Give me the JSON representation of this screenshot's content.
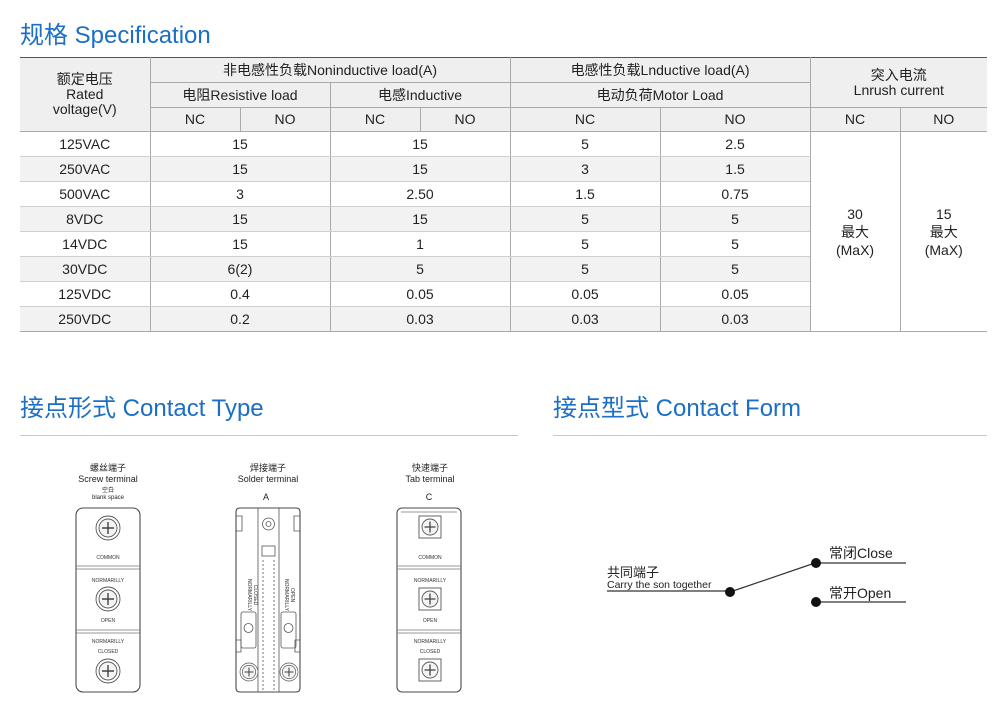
{
  "colors": {
    "accent": "#1b6fc4",
    "header_background": "#efefef",
    "alternate_row_background": "#f2f2f2"
  },
  "specification": {
    "title": "规格 Specification",
    "header": {
      "rated_voltage": [
        "额定电压",
        "Rated",
        "voltage(V)"
      ],
      "noninductive_load": "非电感性负载Noninductive load(A)",
      "inductive_load": "电感性负载Lnductive load(A)",
      "inrush_current": [
        "突入电流",
        "Lnrush current"
      ],
      "resistive_load": "电阻Resistive load",
      "inductive": "电感Inductive",
      "motor_load": "电动负荷Motor Load",
      "contact_columns": [
        "NC",
        "NO",
        "NC",
        "NO",
        "NC",
        "NO",
        "NC",
        "NO"
      ]
    },
    "rows": [
      {
        "voltage": "125VAC",
        "resistive_load": "15",
        "inductive": "15",
        "motor_load_nc": "5",
        "motor_load_no": "2.5"
      },
      {
        "voltage": "250VAC",
        "resistive_load": "15",
        "inductive": "15",
        "motor_load_nc": "3",
        "motor_load_no": "1.5"
      },
      {
        "voltage": "500VAC",
        "resistive_load": "3",
        "inductive": "2.50",
        "motor_load_nc": "1.5",
        "motor_load_no": "0.75"
      },
      {
        "voltage": "8VDC",
        "resistive_load": "15",
        "inductive": "15",
        "motor_load_nc": "5",
        "motor_load_no": "5"
      },
      {
        "voltage": "14VDC",
        "resistive_load": "15",
        "inductive": "1",
        "motor_load_nc": "5",
        "motor_load_no": "5"
      },
      {
        "voltage": "30VDC",
        "resistive_load": "6(2)",
        "inductive": "5",
        "motor_load_nc": "5",
        "motor_load_no": "5"
      },
      {
        "voltage": "125VDC",
        "resistive_load": "0.4",
        "inductive": "0.05",
        "motor_load_nc": "0.05",
        "motor_load_no": "0.05"
      },
      {
        "voltage": "250VDC",
        "resistive_load": "0.2",
        "inductive": "0.03",
        "motor_load_nc": "0.03",
        "motor_load_no": "0.03"
      }
    ],
    "inrush_current": {
      "nc": [
        "30",
        "最大",
        "(MaX)"
      ],
      "no": [
        "15",
        "最大",
        "(MaX)"
      ]
    }
  },
  "contact_type": {
    "title": "接点形式 Contact Type",
    "screw_terminal": {
      "name_cn": "螺丝端子",
      "name_en": "Screw terminal",
      "note_cn": "空白",
      "note_en": "blank space",
      "labels": {
        "common": "COMMON",
        "no_top": "NORMARILLY",
        "no_bottom": "OPEN",
        "nc_top": "NORMARILLY",
        "nc_bottom": "CLOSED"
      }
    },
    "solder_terminal": {
      "name_cn": "焊接端子",
      "name_en": "Solder terminal",
      "code": "A",
      "labels": {
        "nc_top": "NORMARILLY",
        "nc_bottom": "CLOSED",
        "no_top": "NORMARILLY",
        "no_bottom": "OPEN"
      }
    },
    "tab_terminal": {
      "name_cn": "快速端子",
      "name_en": "Tab terminal",
      "code": "C",
      "labels": {
        "common": "COMMON",
        "no_top": "NORMARILLY",
        "no_bottom": "OPEN",
        "nc_top": "NORMARILLY",
        "nc_bottom": "CLOSED"
      }
    }
  },
  "contact_form": {
    "title": "接点型式 Contact Form",
    "common_cn": "共同端子",
    "common_en": "Carry the son together",
    "close_label": "常闭Close",
    "open_label": "常开Open"
  }
}
